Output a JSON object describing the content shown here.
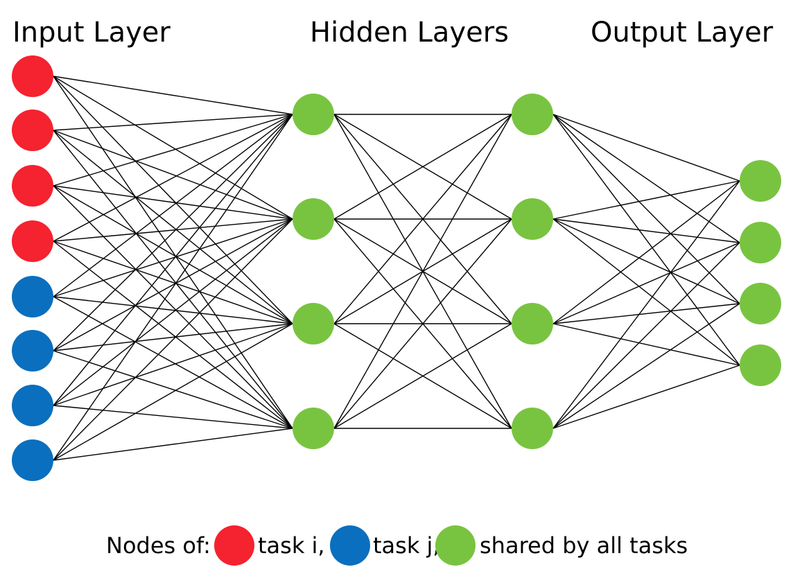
{
  "titles": {
    "input": "Input Layer",
    "hidden": "Hidden Layers",
    "output": "Output Layer"
  },
  "colors": {
    "task_i": "#f5222f",
    "task_j": "#0a6fbe",
    "shared": "#78c440",
    "edge": "#000000"
  },
  "layers": [
    {
      "name": "input",
      "nodes": [
        "task_i",
        "task_i",
        "task_i",
        "task_i",
        "task_j",
        "task_j",
        "task_j",
        "task_j"
      ]
    },
    {
      "name": "hidden-1",
      "nodes": [
        "shared",
        "shared",
        "shared",
        "shared"
      ]
    },
    {
      "name": "hidden-2",
      "nodes": [
        "shared",
        "shared",
        "shared",
        "shared"
      ]
    },
    {
      "name": "output",
      "nodes": [
        "shared",
        "shared",
        "shared",
        "shared"
      ]
    }
  ],
  "legend": {
    "prefix": "Nodes of:",
    "items": [
      {
        "key": "task_i",
        "label": "task i,"
      },
      {
        "key": "task_j",
        "label": "task j,"
      },
      {
        "key": "shared",
        "label": "shared by all tasks"
      }
    ]
  }
}
